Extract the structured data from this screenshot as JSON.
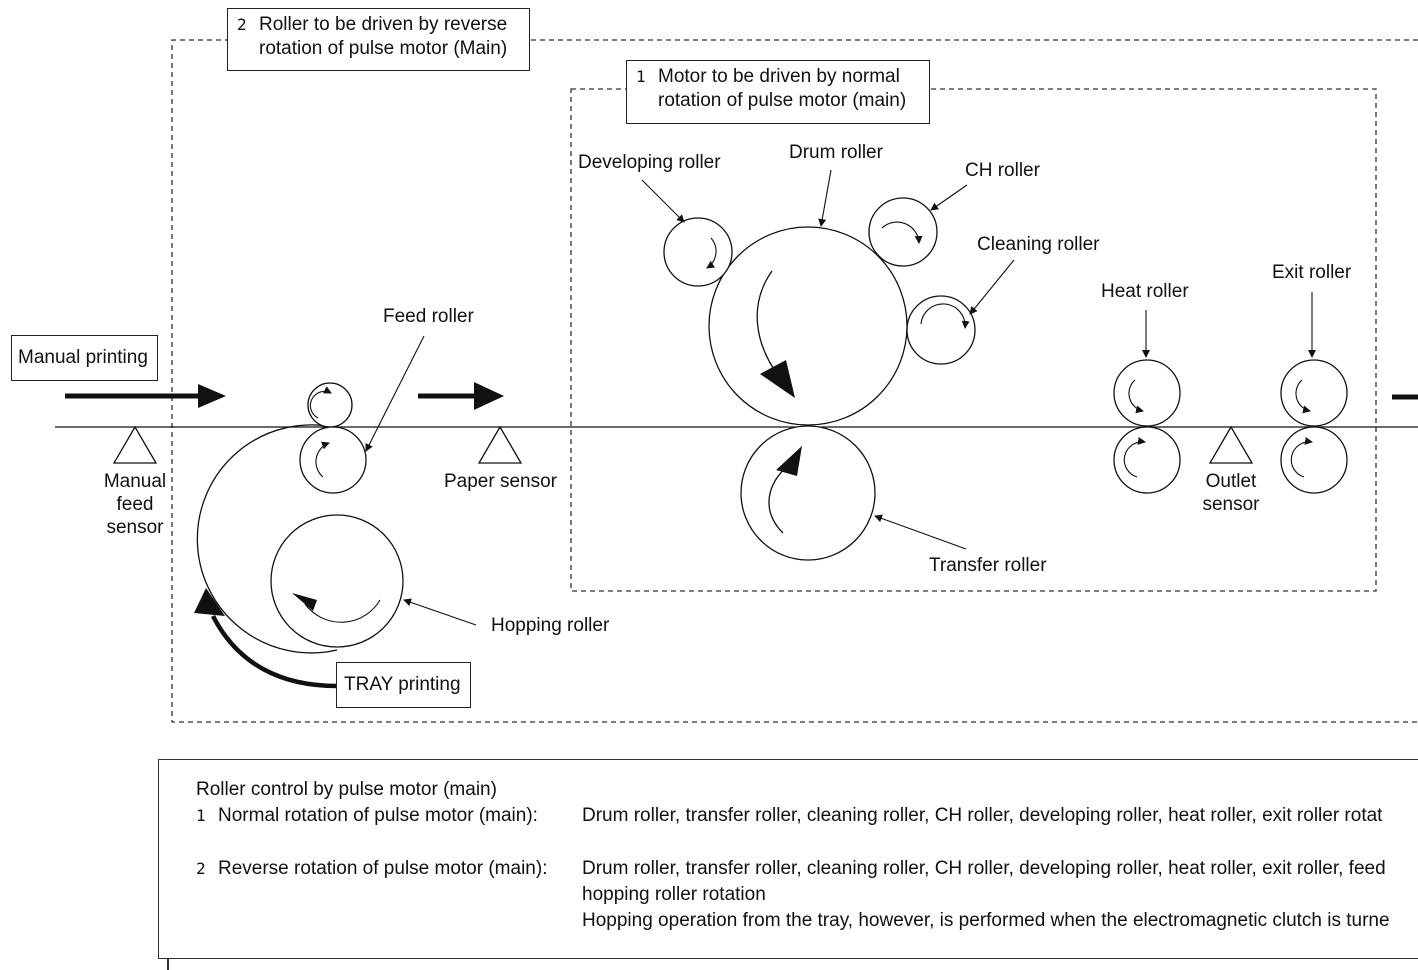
{
  "callouts": {
    "reverse": {
      "number": "2",
      "line1": "Roller to be driven by reverse",
      "line2": "rotation of pulse motor (Main)"
    },
    "normal": {
      "number": "1",
      "line1": "Motor to be driven by normal",
      "line2": "rotation of pulse motor (main)"
    }
  },
  "modes": {
    "manual": "Manual printing",
    "tray": "TRAY printing"
  },
  "rollers": {
    "developing": "Developing roller",
    "drum": "Drum roller",
    "ch": "CH roller",
    "cleaning": "Cleaning roller",
    "heat": "Heat roller",
    "exit": "Exit roller",
    "feed": "Feed roller",
    "transfer": "Transfer roller",
    "hopping": "Hopping roller"
  },
  "sensors": {
    "manual_feed": [
      "Manual",
      "feed",
      "sensor"
    ],
    "paper": "Paper sensor",
    "outlet": [
      "Outlet",
      "sensor"
    ]
  },
  "notes": {
    "title": "Roller control by pulse motor (main)",
    "items": [
      {
        "number": "1",
        "label": "Normal rotation of pulse motor (main):",
        "lines": [
          "Drum roller, transfer roller, cleaning roller, CH roller, developing roller, heat roller, exit roller rotat"
        ]
      },
      {
        "number": "2",
        "label": "Reverse rotation of pulse motor (main):",
        "lines": [
          "Drum roller, transfer roller, cleaning roller, CH roller, developing roller, heat roller, exit roller, feed",
          "hopping roller rotation",
          "Hopping operation from the tray, however, is performed when the electromagnetic clutch is turne"
        ]
      }
    ]
  }
}
